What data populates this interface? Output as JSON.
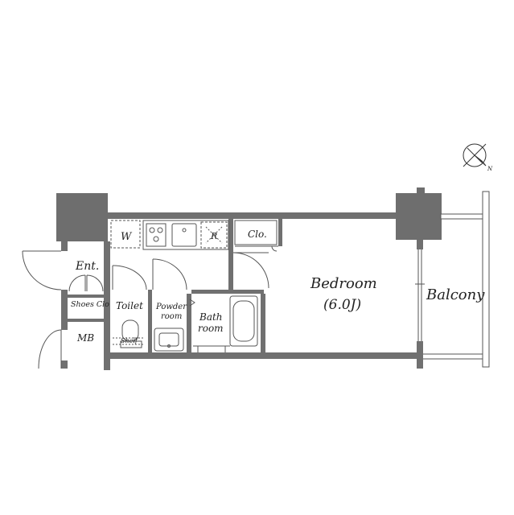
{
  "floorplan": {
    "rooms": {
      "entrance": "Ent.",
      "washer": "W",
      "refrigerator": "R",
      "closet": "Clo.",
      "bedroom": "Bedroom",
      "bedroom_size": "(6.0J)",
      "balcony": "Balcony",
      "shoes_closet": "Shoes Clo",
      "toilet": "Toilet",
      "powder_line1": "Powder",
      "powder_line2": "room",
      "bath_line1": "Bath",
      "bath_line2": "room",
      "meter_box": "MB",
      "shelf": "Shelf"
    },
    "compass": "N",
    "colors": {
      "wall": "#707070",
      "column": "#6e6e6e",
      "line": "#555555"
    }
  }
}
